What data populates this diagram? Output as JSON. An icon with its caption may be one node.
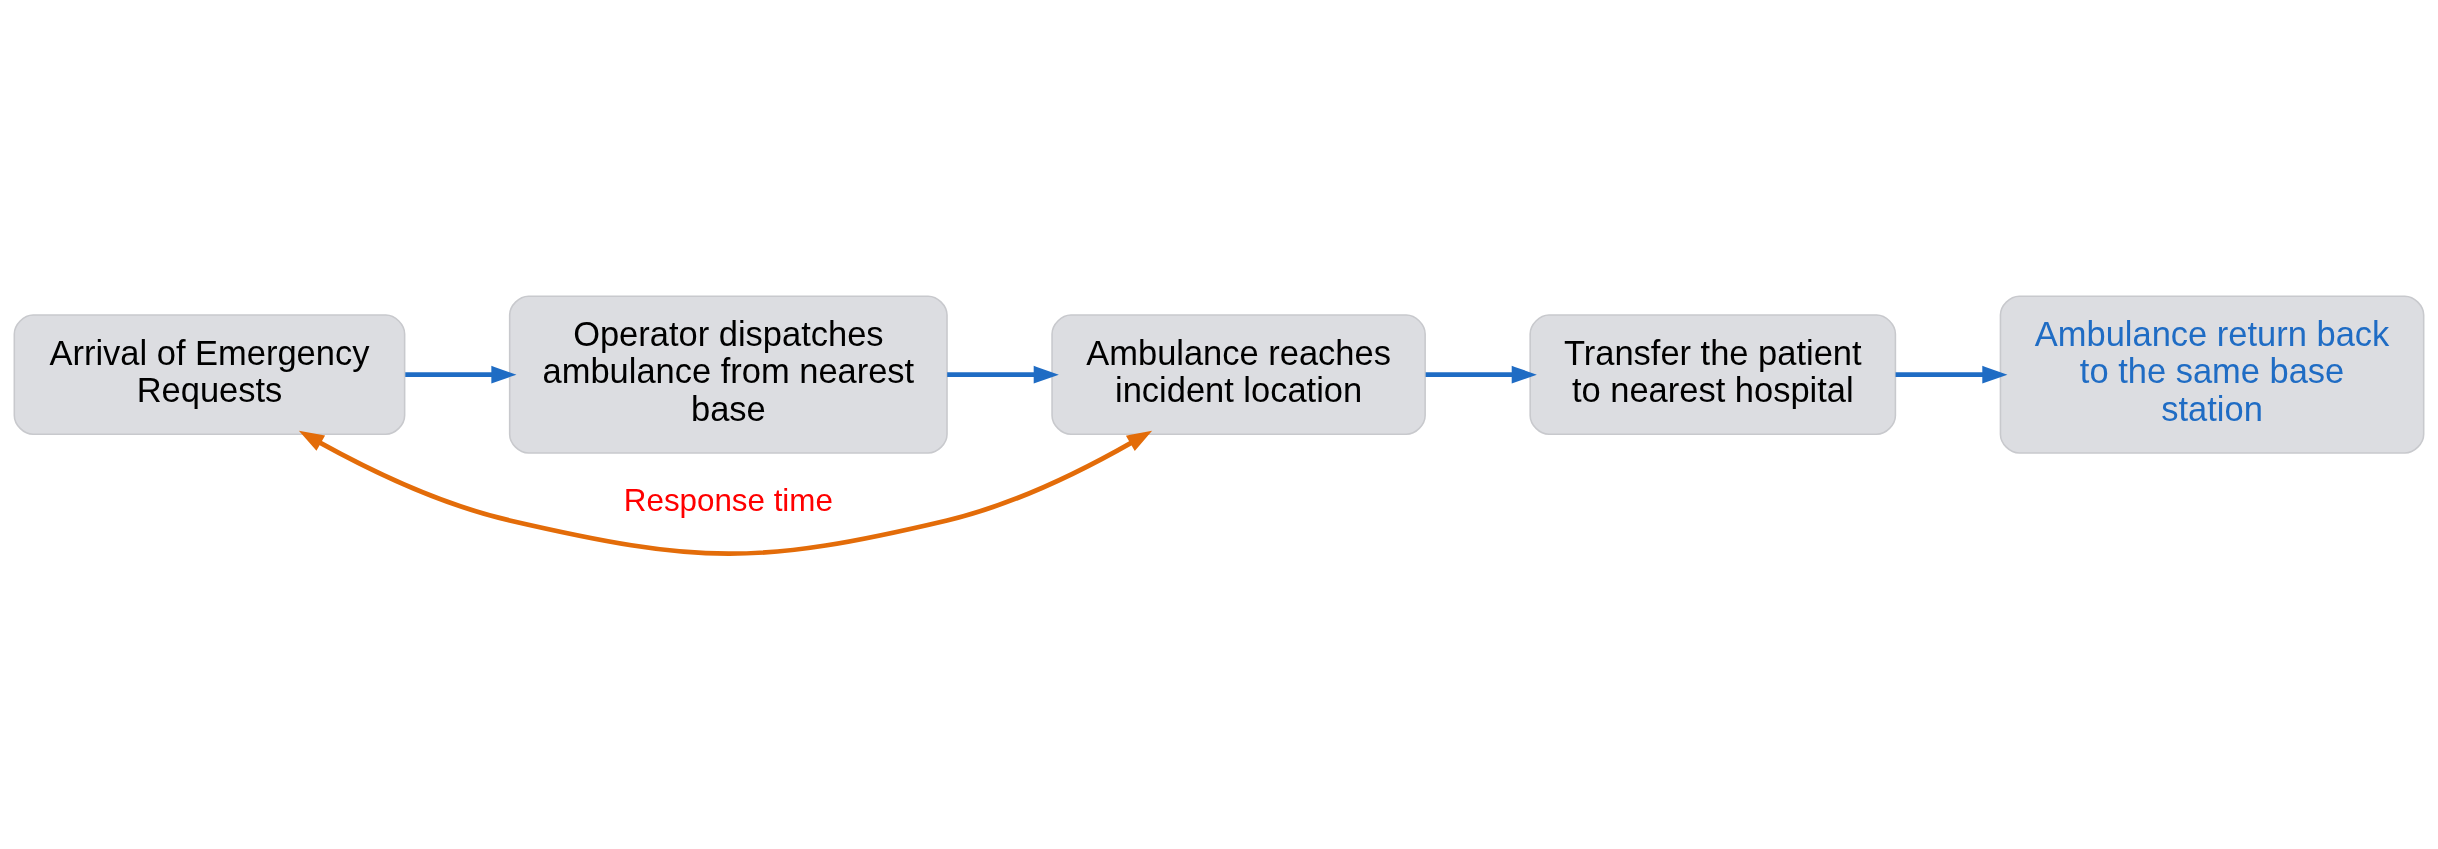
{
  "diagram": {
    "nodes": [
      {
        "text": [
          "Arrival of Emergency Requests"
        ]
      },
      {
        "text": [
          "Operator dispatches ambulance from nearest base"
        ]
      },
      {
        "text": [
          "Ambulance reaches incident location"
        ]
      },
      {
        "text": [
          "Transfer the patient to nearest hospital"
        ]
      },
      {
        "text": [
          "Ambulance return back to the same base station"
        ]
      }
    ],
    "edges": [
      {
        "from": 0,
        "to": 1,
        "arrow": "to"
      },
      {
        "from": 1,
        "to": 2,
        "arrow": "to"
      },
      {
        "from": 2,
        "to": 0,
        "arrow": "both",
        "label": "Response time",
        "color": "#e36c09"
      },
      {
        "from": 2,
        "to": 3,
        "arrow": "to"
      },
      {
        "from": 3,
        "to": 4,
        "arrow": "to"
      }
    ]
  }
}
